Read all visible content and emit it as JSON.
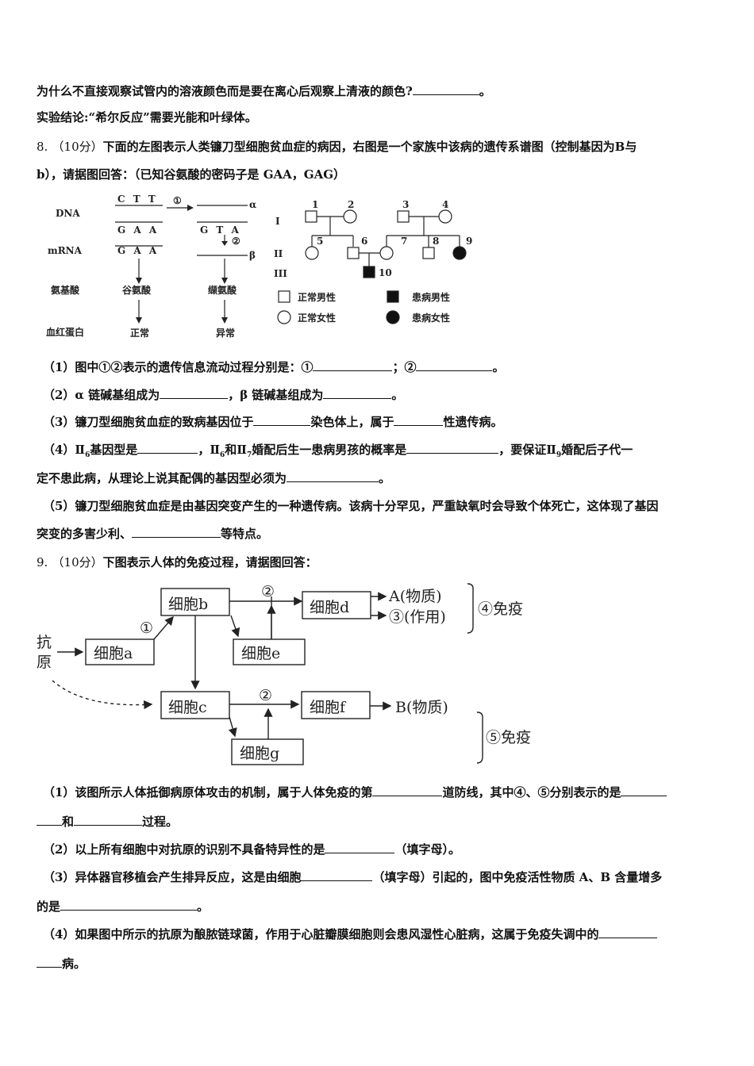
{
  "intro": {
    "line1": "为什么不直接观察试管内的溶液颜色而是要在离心后观察上清液的颜色?",
    "line1_end": "。",
    "conclusion": "实验结论:“希尔反应”需要光能和叶绿体。"
  },
  "q8": {
    "num": "8.",
    "score": "（10分）",
    "stem1": "下面的左图表示人类镰刀型细胞贫血症的病因，右图是一个家族中该病的遗传系谱图（控制基因为B与",
    "stem2": "b），请据图回答：（已知谷氨酸的密码子是  GAA，GAG）",
    "fig_left": {
      "row_dna": "DNA",
      "row_mrna": "mRNA",
      "row_aa": "氨基酸",
      "row_hb": "血红蛋白",
      "dna_top": "C T T",
      "dna_bottom": "G A A",
      "mrna_left": "G A A",
      "mut_bottom": "G T A",
      "circle1": "①",
      "circle2": "②",
      "alpha": "α",
      "beta": "β",
      "aa_normal": "谷氨酸",
      "aa_mut": "缬氨酸",
      "hb_normal": "正常",
      "hb_abnormal": "异常"
    },
    "fig_right": {
      "gen1": "I",
      "gen2": "II",
      "gen3": "III",
      "ids": [
        "1",
        "2",
        "3",
        "4",
        "5",
        "6",
        "7",
        "8",
        "9",
        "10"
      ],
      "legend": [
        "正常男性",
        "患病男性",
        "正常女性",
        "患病女性"
      ]
    },
    "sub1": {
      "a": "（1）图中①②表示的遗传信息流动过程分别是：①",
      "b": "；②",
      "c": "。"
    },
    "sub2": {
      "a": "（2）α 链碱基组成为",
      "b": "，β 链碱基组成为",
      "c": "。"
    },
    "sub3": {
      "a": "（3）镰刀型细胞贫血症的致病基因位于",
      "b": "染色体上，属于",
      "c": "性遗传病。"
    },
    "sub4": {
      "a": "（4）Ⅱ",
      "a_sub": "6",
      "b": "基因型是",
      "c": "，Ⅱ",
      "c_sub": "6",
      "d": "和Ⅱ",
      "d_sub": "7",
      "e": "婚配后生一患病男孩的概率是",
      "f": "，要保证Ⅱ",
      "f_sub": "9",
      "g": "婚配后子代一",
      "line2a": "定不患此病，从理论上说其配偶的基因型必须为",
      "line2b": "。"
    },
    "sub5": {
      "line1": "（5）镰刀型细胞贫血症是由基因突变产生的一种遗传病。该病十分罕见，严重缺氧时会导致个体死亡，这体现了基因",
      "line2a": "突变的多害少利、",
      "line2b": "等特点。"
    }
  },
  "q9": {
    "num": "9.",
    "score": "（10分）",
    "stem": "下图表示人体的免疫过程，请据图回答：",
    "fig": {
      "antigen": [
        "抗",
        "原"
      ],
      "cell_a": "细胞a",
      "cell_b": "细胞b",
      "cell_c": "细胞c",
      "cell_d": "细胞d",
      "cell_e": "细胞e",
      "cell_f": "细胞f",
      "cell_g": "细胞g",
      "c1": "①",
      "c2": "②",
      "prod_a": "A(物质)",
      "prod_3": "③(作用)",
      "imm4": "④免疫",
      "prod_b": "B(物质)",
      "imm5": "⑤免疫"
    },
    "sub1": {
      "a": "（1）该图所示人体抵御病原体攻击的机制，属于人体免疫的第",
      "b": "道防线，其中④、⑤分别表示的是",
      "line2a": "和",
      "line2b": "过程。"
    },
    "sub2": {
      "a": "（2）以上所有细胞中对抗原的识别不具备特异性的是",
      "b": "（填字母）。"
    },
    "sub3": {
      "a": "（3）异体器官移植会产生排异反应，这是由细胞",
      "b": "（填字母）引起的，图中免疫活性物质 A、B 含量增多",
      "line2a": "的是",
      "line2b": "。"
    },
    "sub4": {
      "a": "（4）如果图中所示的抗原为酿脓链球菌，作用于心脏瓣膜细胞则会患风湿性心脏病，这属于免疫失调中的",
      "line2b": "病。"
    }
  }
}
